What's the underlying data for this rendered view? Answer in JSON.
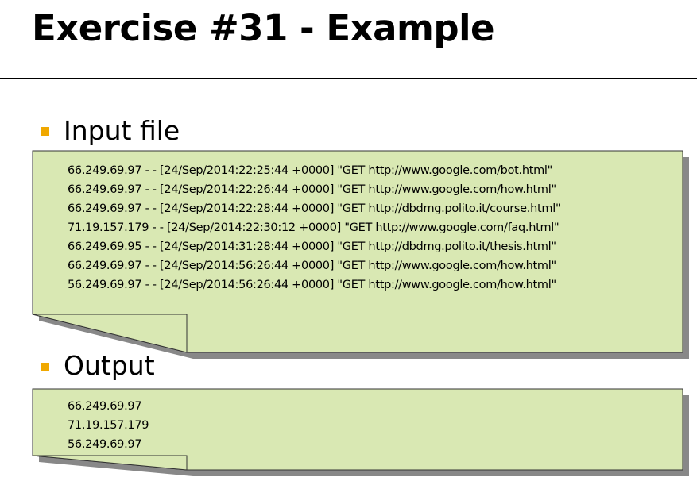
{
  "slide": {
    "title": "Exercise #31 - Example"
  },
  "colors": {
    "note_fill": "#d9e8b3",
    "note_border": "#333333",
    "shadow": "#888888",
    "bullet": "#f0a800"
  },
  "sections": {
    "input": {
      "heading": "Input file",
      "lines": [
        "66.249.69.97 - - [24/Sep/2014:22:25:44 +0000] \"GET http://www.google.com/bot.html\"",
        "66.249.69.97 - - [24/Sep/2014:22:26:44 +0000] \"GET http://www.google.com/how.html\"",
        "66.249.69.97 - - [24/Sep/2014:22:28:44 +0000] \"GET http://dbdmg.polito.it/course.html\"",
        "71.19.157.179 - - [24/Sep/2014:22:30:12 +0000] \"GET http://www.google.com/faq.html\"",
        "66.249.69.95 - - [24/Sep/2014:31:28:44 +0000] \"GET http://dbdmg.polito.it/thesis.html\"",
        "66.249.69.97 - - [24/Sep/2014:56:26:44 +0000] \"GET http://www.google.com/how.html\"",
        "56.249.69.97 - - [24/Sep/2014:56:26:44 +0000] \"GET http://www.google.com/how.html\""
      ]
    },
    "output": {
      "heading": "Output",
      "lines": [
        "66.249.69.97",
        "71.19.157.179",
        "56.249.69.97"
      ]
    }
  }
}
